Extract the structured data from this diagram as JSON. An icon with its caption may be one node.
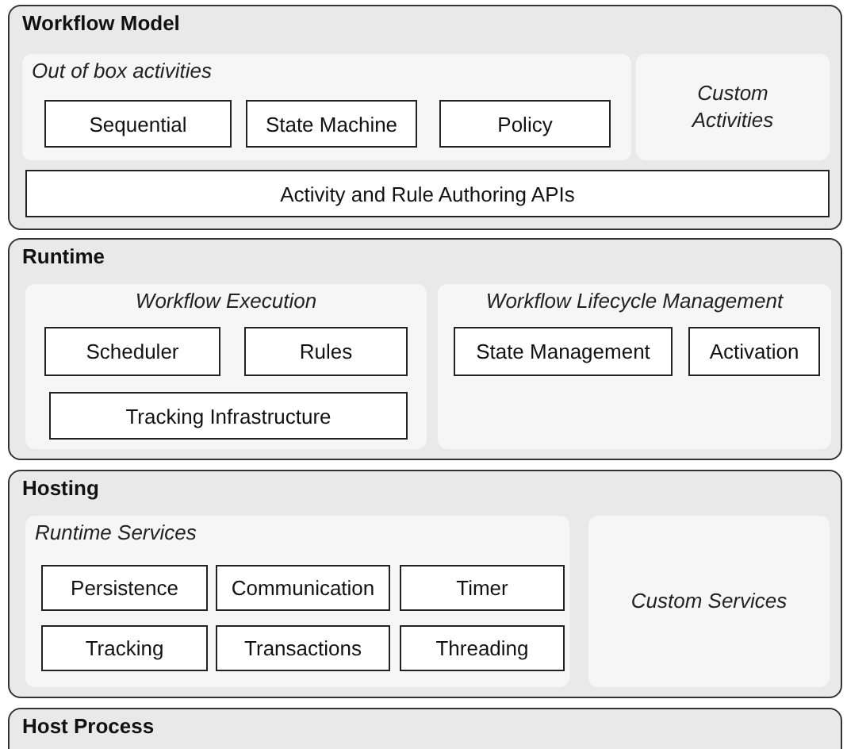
{
  "diagram": {
    "nodes": [
      {
        "text": [
          "Workflow Model"
        ]
      },
      {
        "text": [
          "Out of box activities"
        ],
        "in": 0
      },
      {
        "text": [
          "Sequential"
        ],
        "in": 1
      },
      {
        "text": [
          "State Machine"
        ],
        "in": 1
      },
      {
        "text": [
          "Policy"
        ],
        "in": 1
      },
      {
        "text": [
          "Custom Activities"
        ],
        "in": 0
      },
      {
        "text": [
          "Activity and Rule Authoring APIs"
        ],
        "in": 0
      },
      {
        "text": [
          "Runtime"
        ]
      },
      {
        "text": [
          "Workflow Execution"
        ],
        "in": 7
      },
      {
        "text": [
          "Scheduler"
        ],
        "in": 8
      },
      {
        "text": [
          "Rules"
        ],
        "in": 8
      },
      {
        "text": [
          "Tracking Infrastructure"
        ],
        "in": 8
      },
      {
        "text": [
          "Workflow Lifecycle Management"
        ],
        "in": 7
      },
      {
        "text": [
          "State Management"
        ],
        "in": 12
      },
      {
        "text": [
          "Activation"
        ],
        "in": 12
      },
      {
        "text": [
          "Hosting"
        ]
      },
      {
        "text": [
          "Runtime Services"
        ],
        "in": 15
      },
      {
        "text": [
          "Persistence"
        ],
        "in": 16
      },
      {
        "text": [
          "Communication"
        ],
        "in": 16
      },
      {
        "text": [
          "Timer"
        ],
        "in": 16
      },
      {
        "text": [
          "Tracking"
        ],
        "in": 16
      },
      {
        "text": [
          "Transactions"
        ],
        "in": 16
      },
      {
        "text": [
          "Threading"
        ],
        "in": 16
      },
      {
        "text": [
          "Custom Services"
        ],
        "in": 15
      },
      {
        "text": [
          "Host Process"
        ]
      }
    ]
  }
}
